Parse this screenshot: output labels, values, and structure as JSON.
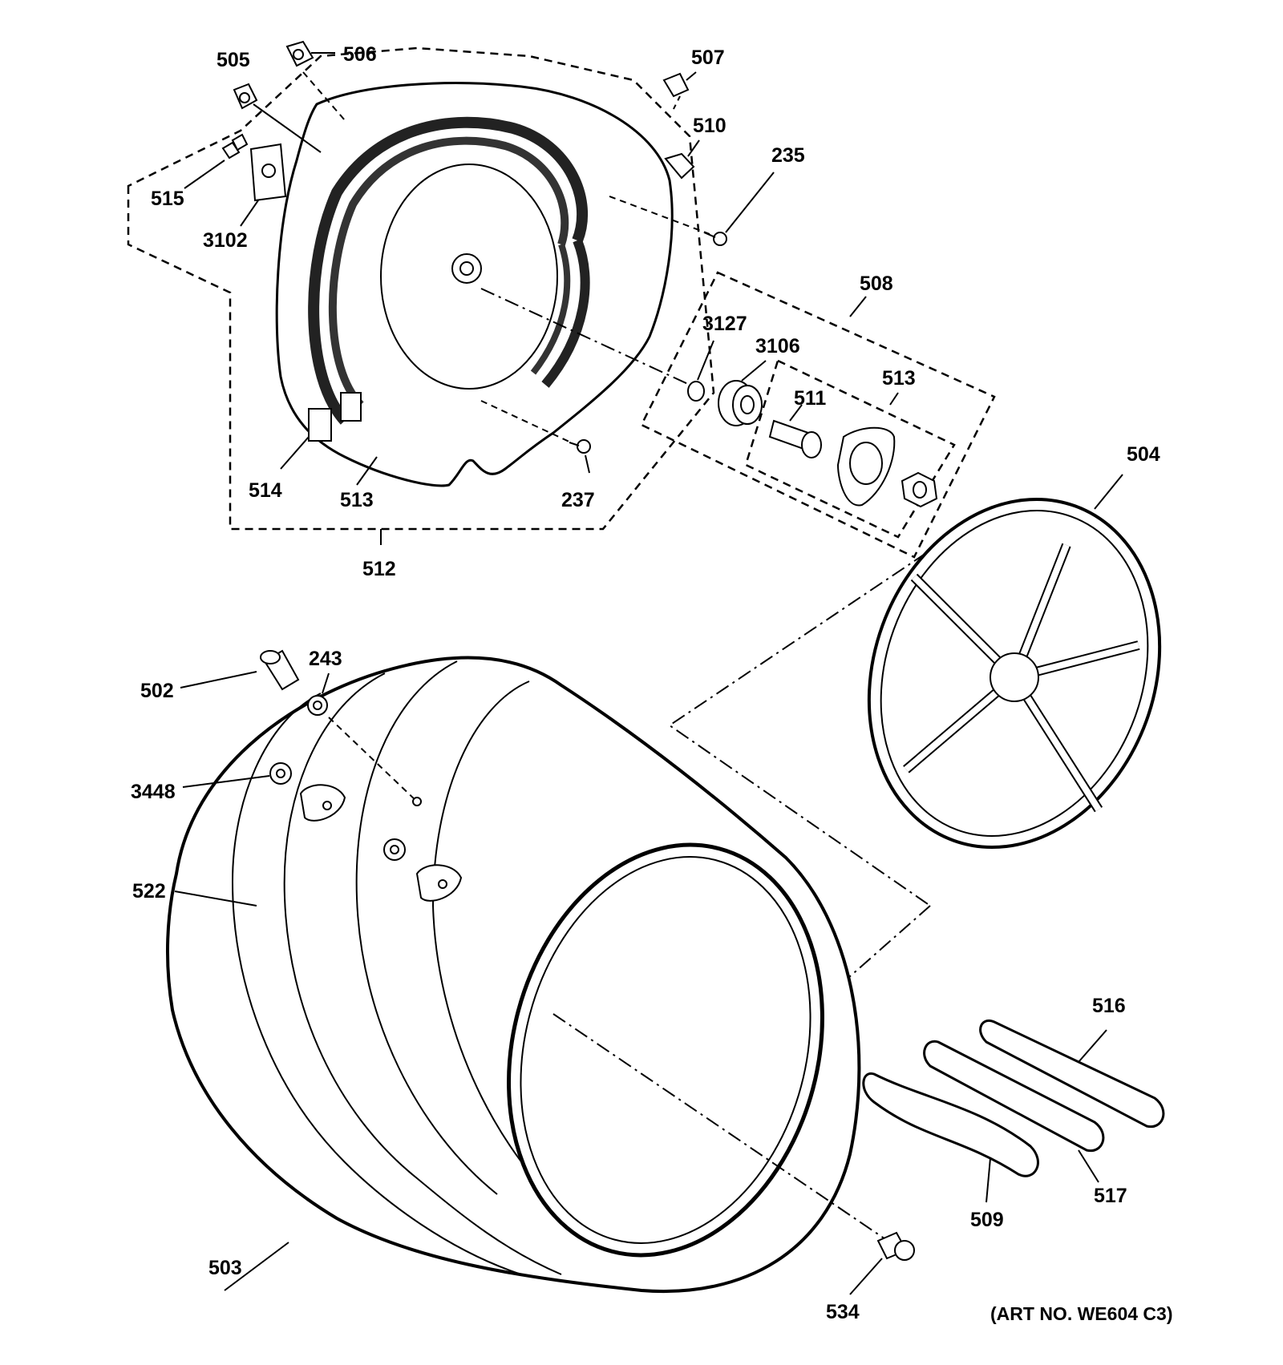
{
  "labels": {
    "p505": "505",
    "p506": "506",
    "p507": "507",
    "p510": "510",
    "p235": "235",
    "p515": "515",
    "p3102": "3102",
    "p508": "508",
    "p3127": "3127",
    "p3106": "3106",
    "p513a": "513",
    "p511": "511",
    "p514": "514",
    "p513b": "513",
    "p237": "237",
    "p512": "512",
    "p504": "504",
    "p243": "243",
    "p502": "502",
    "p3448": "3448",
    "p522": "522",
    "p516": "516",
    "p517": "517",
    "p509": "509",
    "p503": "503",
    "p534": "534"
  },
  "art_number": "(ART NO. WE604 C3)"
}
